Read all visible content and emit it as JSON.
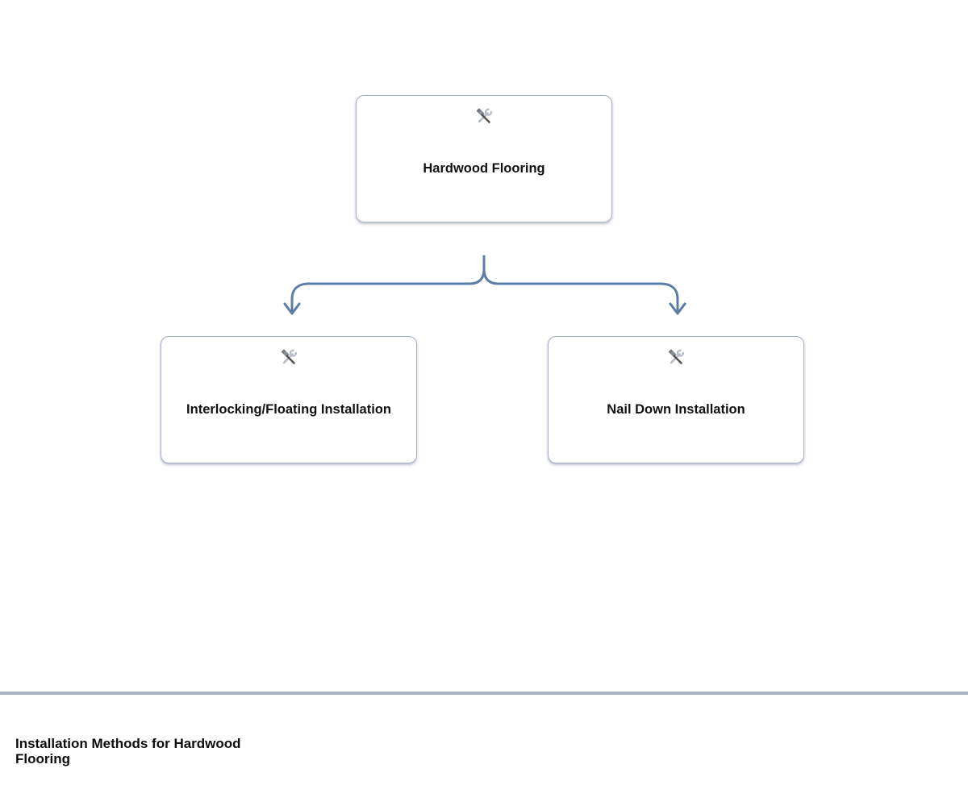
{
  "diagram": {
    "nodes": [
      {
        "id": "root",
        "label": "Hardwood Flooring",
        "icon": "hammer-wrench-icon"
      },
      {
        "id": "child-left",
        "label": "Interlocking/Floating Installation",
        "icon": "hammer-wrench-icon"
      },
      {
        "id": "child-right",
        "label": "Nail Down Installation",
        "icon": "hammer-wrench-icon"
      }
    ],
    "edges": [
      {
        "from": "root",
        "to": "child-left"
      },
      {
        "from": "root",
        "to": "child-right"
      }
    ]
  },
  "footer": {
    "caption": "Installation Methods for Hardwood Flooring"
  },
  "colors": {
    "connector": "#5e7ca6",
    "node_border": "#a3afc7",
    "divider": "#aab3c2",
    "text": "#111111",
    "background": "#ffffff"
  }
}
